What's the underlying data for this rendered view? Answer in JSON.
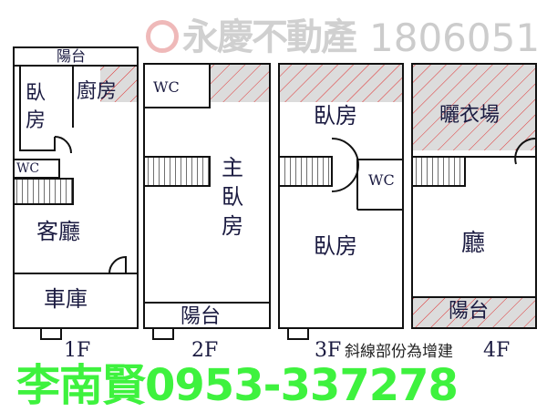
{
  "floors": [
    {
      "label": "1F",
      "rooms": {
        "balcony": "陽台",
        "bedroom": "臥房",
        "kitchen": "廚房",
        "wc": "WC",
        "living": "客廳",
        "garage": "車庫"
      }
    },
    {
      "label": "2F",
      "rooms": {
        "wc": "WC",
        "master": "主臥房",
        "balcony": "陽台"
      }
    },
    {
      "label": "3F",
      "rooms": {
        "bedroom1": "臥房",
        "wc": "WC",
        "bedroom2": "臥房"
      }
    },
    {
      "label": "4F",
      "rooms": {
        "laundry": "曬衣場",
        "hall": "廳",
        "balcony": "陽台"
      }
    }
  ],
  "note": "斜線部份為增建",
  "watermark": "永慶不動產",
  "reference": "1806051",
  "contact": "李南賢0953-337278",
  "colors": {
    "hatch": "#d9d9d9",
    "hatch_line": "#e03030",
    "contact": "#3ef23e",
    "wall": "#111111"
  }
}
